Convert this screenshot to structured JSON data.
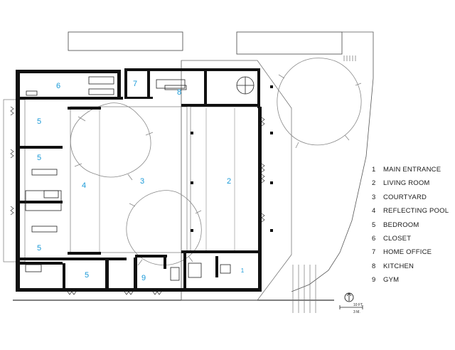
{
  "plan": {
    "room_labels": {
      "closet": "6",
      "home_office": "7",
      "kitchen": "8",
      "bedroom_top": "5",
      "bedroom_mid": "5",
      "bedroom_low": "5",
      "bedroom_bottom": "5",
      "reflecting_pool_west": "4",
      "courtyard": "3",
      "living_room": "2",
      "gym": "9",
      "main_entrance": "1"
    },
    "label_color": "#1a9ad8"
  },
  "legend": {
    "items": [
      {
        "num": "1",
        "label": "MAIN ENTRANCE"
      },
      {
        "num": "2",
        "label": "LIVING ROOM"
      },
      {
        "num": "3",
        "label": "COURTYARD"
      },
      {
        "num": "4",
        "label": "REFLECTING POOL"
      },
      {
        "num": "5",
        "label": "BEDROOM"
      },
      {
        "num": "6",
        "label": "CLOSET"
      },
      {
        "num": "7",
        "label": "HOME OFFICE"
      },
      {
        "num": "8",
        "label": "KITCHEN"
      },
      {
        "num": "9",
        "label": "GYM"
      }
    ]
  },
  "scale": {
    "feet": "10 FT.",
    "meters": "3 M."
  }
}
